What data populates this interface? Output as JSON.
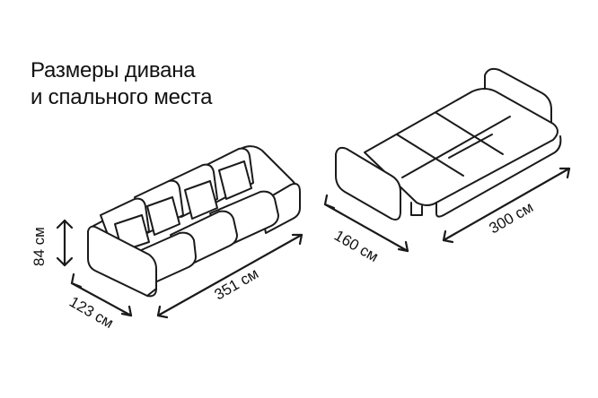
{
  "title": {
    "line1": "Размеры дивана",
    "line2": "и спального места"
  },
  "dimensions": {
    "height": "84 см",
    "depth": "123 см",
    "width": "351 см",
    "bed_depth": "160 см",
    "bed_width": "300 см"
  }
}
